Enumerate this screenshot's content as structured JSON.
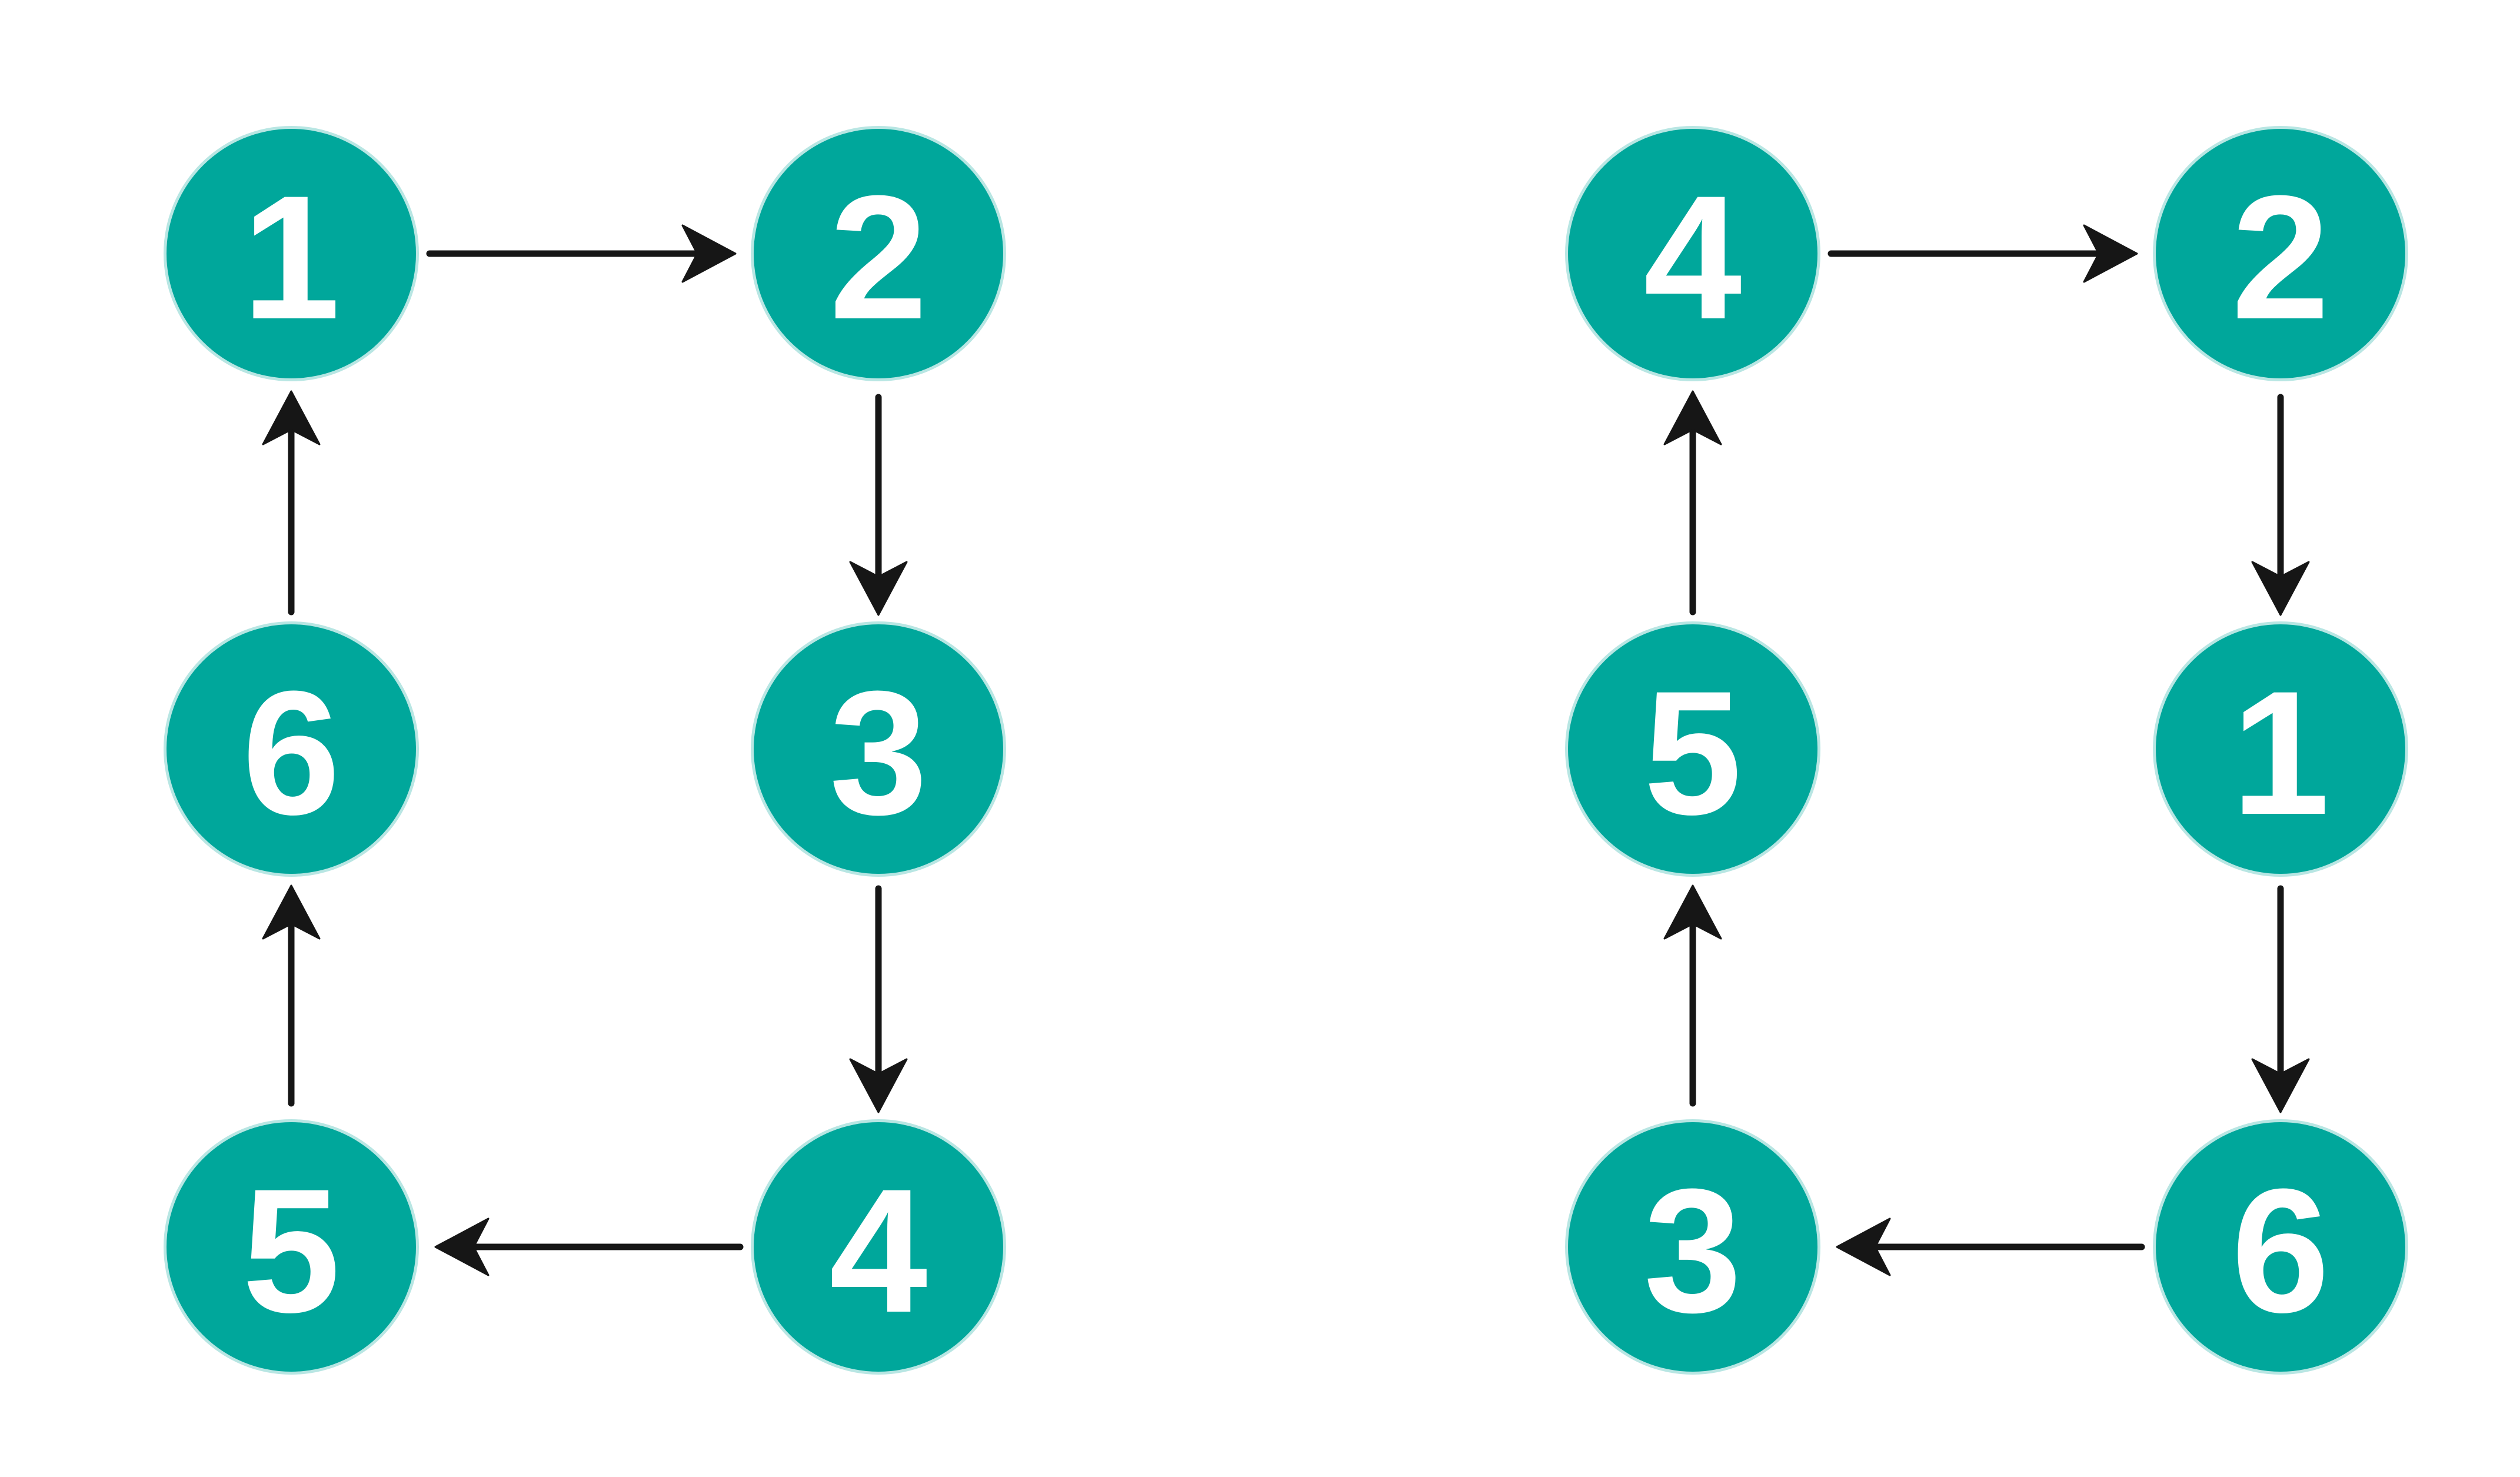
{
  "figure": {
    "description": "Two hand-drawn directed cycle diagrams of six numbered nodes each",
    "background_color": "#FFFFFF"
  },
  "colors": {
    "node_fill": "#00A79B",
    "node_label": "#FFFFFF",
    "arrow": "#161616"
  },
  "diagrams": [
    {
      "name": "left-cycle",
      "nodes": [
        {
          "label": "1",
          "position": "top-left"
        },
        {
          "label": "2",
          "position": "top-right"
        },
        {
          "label": "6",
          "position": "middle-left"
        },
        {
          "label": "3",
          "position": "middle-right"
        },
        {
          "label": "5",
          "position": "bottom-left"
        },
        {
          "label": "4",
          "position": "bottom-right"
        }
      ],
      "edges": [
        {
          "from": "1",
          "to": "2",
          "direction": "right"
        },
        {
          "from": "2",
          "to": "3",
          "direction": "down"
        },
        {
          "from": "3",
          "to": "4",
          "direction": "down"
        },
        {
          "from": "4",
          "to": "5",
          "direction": "left"
        },
        {
          "from": "5",
          "to": "6",
          "direction": "up"
        },
        {
          "from": "6",
          "to": "1",
          "direction": "up"
        }
      ],
      "cycle_order": "1 → 2 → 3 → 4 → 5 → 6 → 1"
    },
    {
      "name": "right-cycle",
      "nodes": [
        {
          "label": "4",
          "position": "top-left"
        },
        {
          "label": "2",
          "position": "top-right"
        },
        {
          "label": "5",
          "position": "middle-left"
        },
        {
          "label": "1",
          "position": "middle-right"
        },
        {
          "label": "3",
          "position": "bottom-left"
        },
        {
          "label": "6",
          "position": "bottom-right"
        }
      ],
      "edges": [
        {
          "from": "4",
          "to": "2",
          "direction": "right"
        },
        {
          "from": "2",
          "to": "1",
          "direction": "down"
        },
        {
          "from": "1",
          "to": "6",
          "direction": "down"
        },
        {
          "from": "6",
          "to": "3",
          "direction": "left"
        },
        {
          "from": "3",
          "to": "5",
          "direction": "up"
        },
        {
          "from": "5",
          "to": "4",
          "direction": "up"
        }
      ],
      "cycle_order": "4 → 2 → 1 → 6 → 3 → 5 → 4"
    }
  ]
}
